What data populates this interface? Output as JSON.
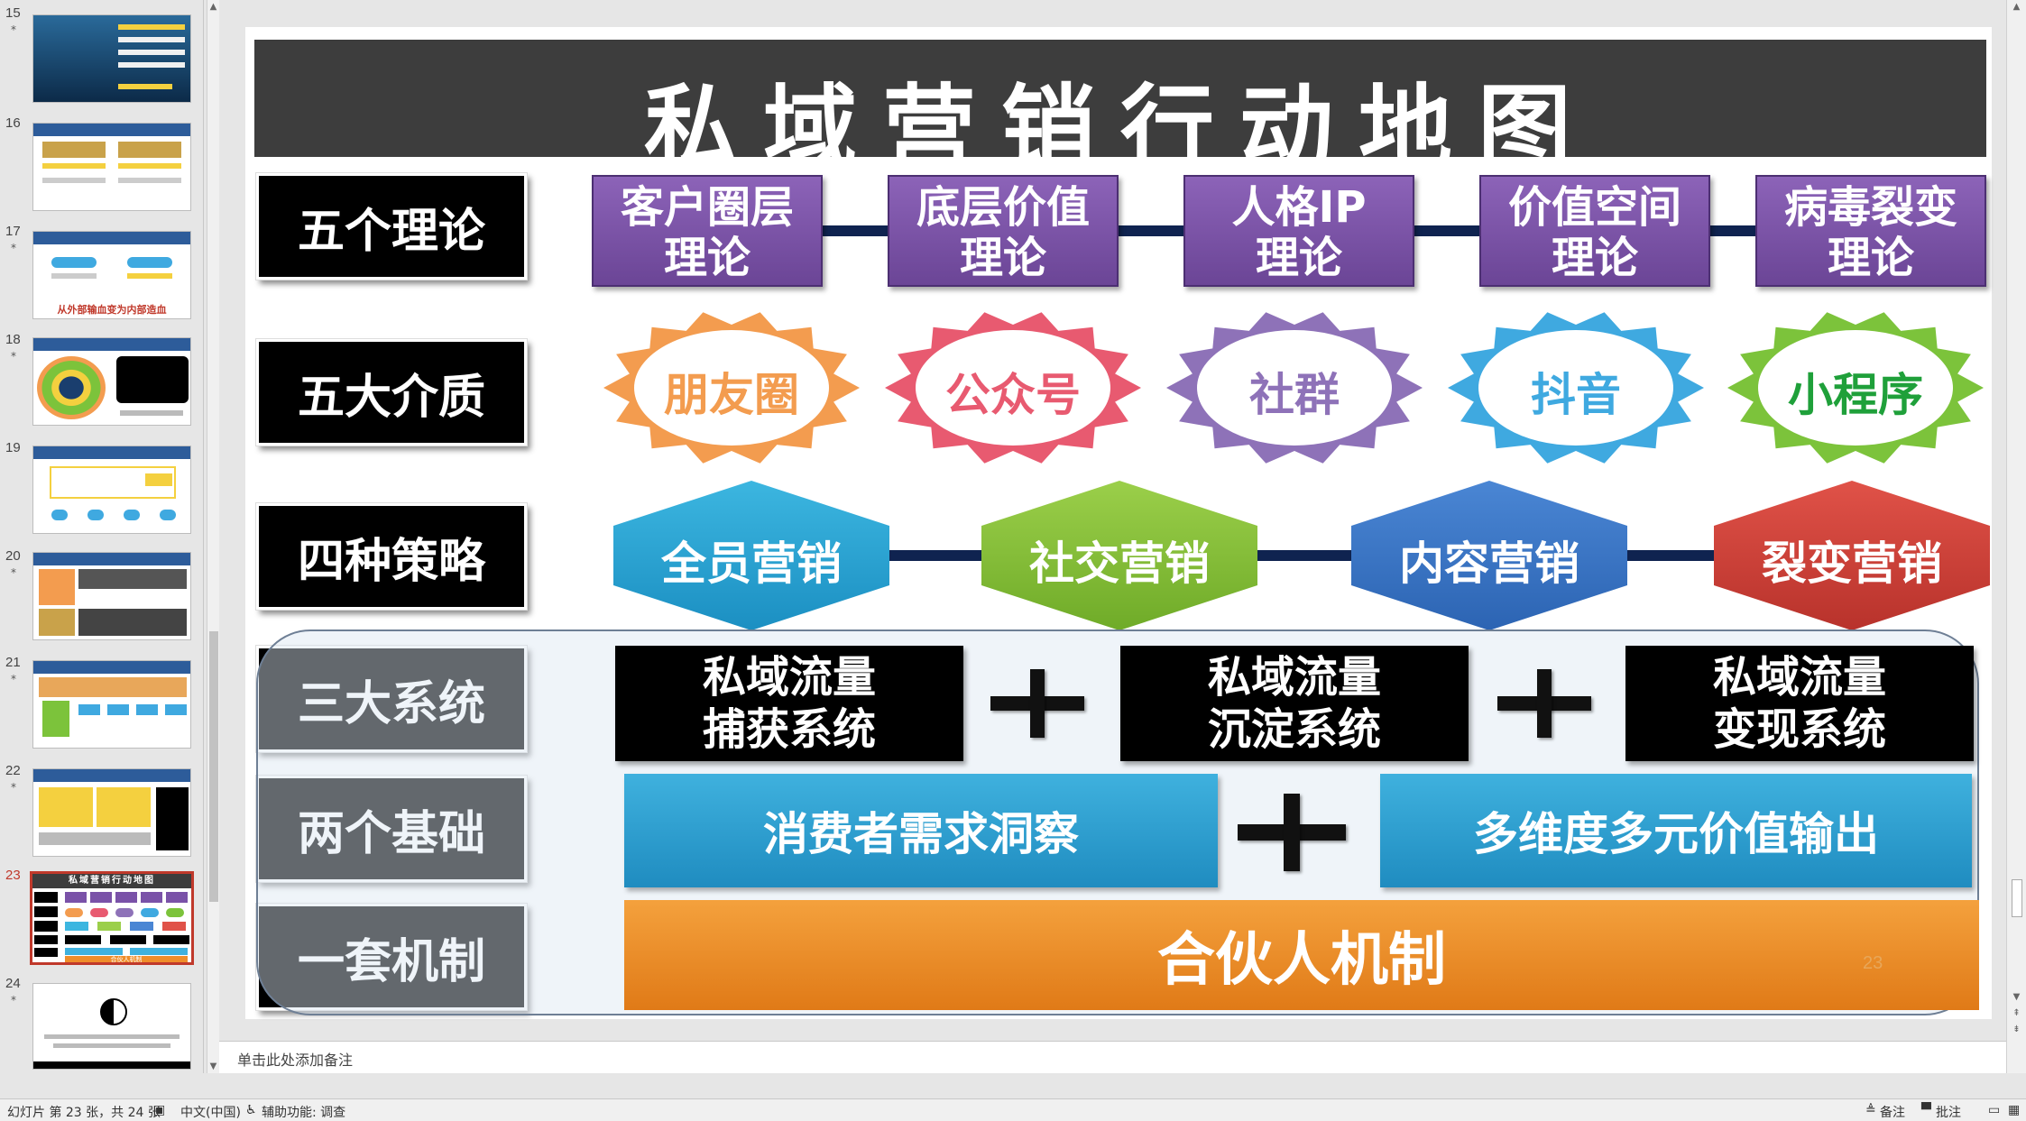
{
  "slide_panel": {
    "thumbnails": [
      {
        "number": "15",
        "starred": true
      },
      {
        "number": "16",
        "starred": false
      },
      {
        "number": "17",
        "starred": true
      },
      {
        "number": "18",
        "starred": true
      },
      {
        "number": "19",
        "starred": false
      },
      {
        "number": "20",
        "starred": true
      },
      {
        "number": "21",
        "starred": true
      },
      {
        "number": "22",
        "starred": true
      },
      {
        "number": "23",
        "starred": false,
        "active": true
      },
      {
        "number": "24",
        "starred": true
      }
    ],
    "thumb_17_caption": "从外部输血变为内部造血",
    "thumb_23_title": "私域营销行动地图",
    "thumb_23_bottom": "合伙人机制"
  },
  "slide": {
    "title": "私域营销行动地图",
    "row_labels": [
      "五个理论",
      "五大介质",
      "四种策略",
      "三大系统",
      "两个基础",
      "一套机制"
    ],
    "theories": [
      {
        "line1": "客户圈层",
        "line2": "理论"
      },
      {
        "line1": "底层价值",
        "line2": "理论"
      },
      {
        "line1": "人格IP",
        "line2": "理论"
      },
      {
        "line1": "价值空间",
        "line2": "理论"
      },
      {
        "line1": "病毒裂变",
        "line2": "理论"
      }
    ],
    "media": [
      {
        "label": "朋友圈",
        "color": "#f39c4f",
        "text_color": "#f39c4f"
      },
      {
        "label": "公众号",
        "color": "#e85a70",
        "text_color": "#e85a70"
      },
      {
        "label": "社群",
        "color": "#8e72b8",
        "text_color": "#8e72b8"
      },
      {
        "label": "抖音",
        "color": "#3fa9e0",
        "text_color": "#3fa9e0"
      },
      {
        "label": "小程序",
        "color": "#7cc33b",
        "text_color": "#1fa03a"
      }
    ],
    "strategies": [
      {
        "label": "全员营销",
        "color_top": "#3cb6e0",
        "color_bottom": "#1b8fc2"
      },
      {
        "label": "社交营销",
        "color_top": "#9bcf4a",
        "color_bottom": "#6fab28"
      },
      {
        "label": "内容营销",
        "color_top": "#4a86d4",
        "color_bottom": "#2c64b3"
      },
      {
        "label": "裂变营销",
        "color_top": "#e05248",
        "color_bottom": "#b8322b"
      }
    ],
    "systems": [
      {
        "line1": "私域流量",
        "line2": "捕获系统"
      },
      {
        "line1": "私域流量",
        "line2": "沉淀系统"
      },
      {
        "line1": "私域流量",
        "line2": "变现系统"
      }
    ],
    "foundations": [
      "消费者需求洞察",
      "多维度多元价值输出"
    ],
    "mechanism": "合伙人机制",
    "page_number": "23"
  },
  "notes": {
    "placeholder": "单击此处添加备注"
  },
  "status_bar": {
    "slide_info": "幻灯片 第 23 张，共 24 张",
    "language": "中文(中国)",
    "accessibility": "辅助功能: 调查",
    "notes_btn": "备注",
    "comments_btn": "批注"
  },
  "colors": {
    "theory_purple": "#7a52a8",
    "orange": "#ef8d2a",
    "dark": "#3d3d3d"
  }
}
